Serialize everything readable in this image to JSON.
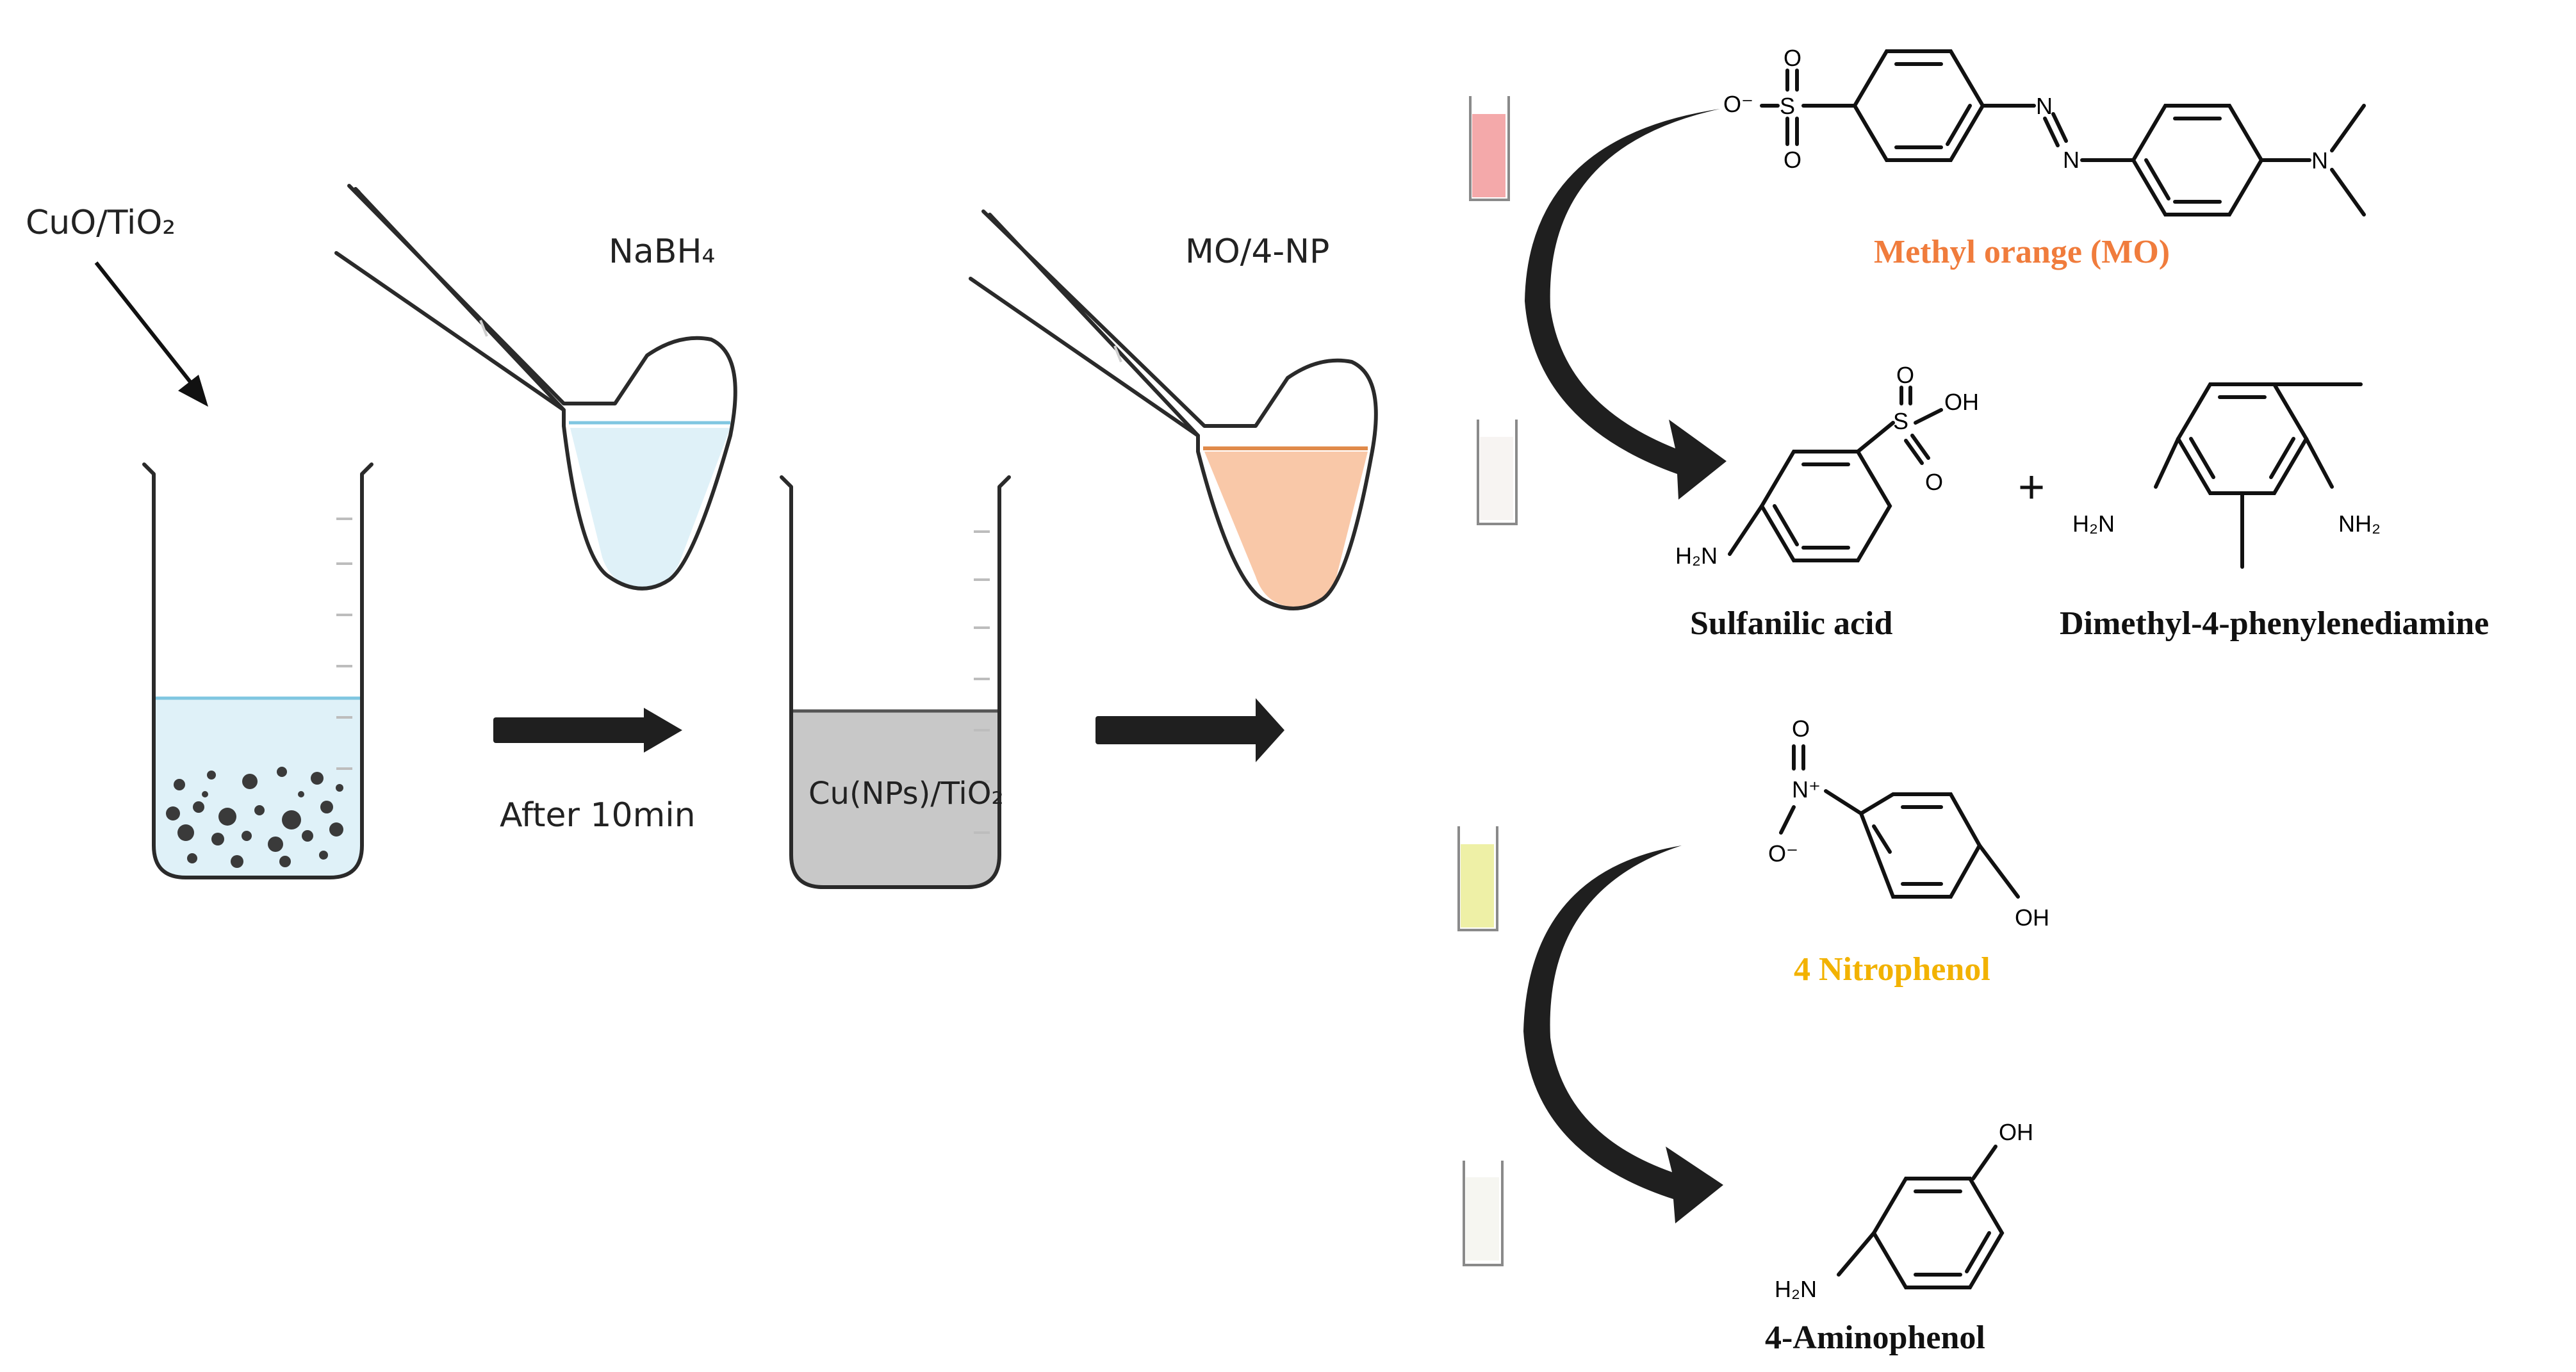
{
  "colors": {
    "water": "#dff1f8",
    "water_line": "#7fc6e1",
    "grey_liquid": "#c8c8c8",
    "orange_liquid": "#f9c8a8",
    "orange_line": "#e08a4a",
    "mo_label": "#f07c3c",
    "np_label": "#f2b200",
    "pink_vial": "#f4a9aa",
    "yellow_vial": "#eef0a6",
    "arrow": "#1f1f1f"
  },
  "labels": {
    "cuo_tio2": "CuO/TiO₂",
    "nabh4": "NaBH₄",
    "mo_4np": "MO/4-NP",
    "after_10min": "After 10min",
    "cu_nps_tio2": "Cu(NPs)/TiO₂"
  },
  "reaction_1": {
    "reactant_name": "Methyl orange (MO)",
    "product_1_name": "Sulfanilic acid",
    "product_2_name": "Dimethyl-4-phenylenediamine",
    "plus": "+",
    "atoms": {
      "o_minus": "O⁻",
      "s": "S",
      "o_top": "O",
      "o_bottom": "O",
      "n1": "N",
      "n2": "N",
      "n_dimethyl": "N",
      "sa_s": "S",
      "sa_o1": "O",
      "sa_o2": "O",
      "sa_oh": "OH",
      "sa_nh2": "H₂N",
      "dp_h2n": "H₂N",
      "dp_nh2": "NH₂"
    }
  },
  "reaction_2": {
    "reactant_name": "4 Nitrophenol",
    "product_name": "4-Aminophenol",
    "atoms": {
      "no2_o_top": "O",
      "no2_n": "N⁺",
      "no2_o_minus": "O⁻",
      "np_oh": "OH",
      "ap_oh": "OH",
      "ap_nh2": "H₂N"
    }
  },
  "vial_colors": [
    "pink",
    "colorless",
    "yellow",
    "colorless"
  ]
}
